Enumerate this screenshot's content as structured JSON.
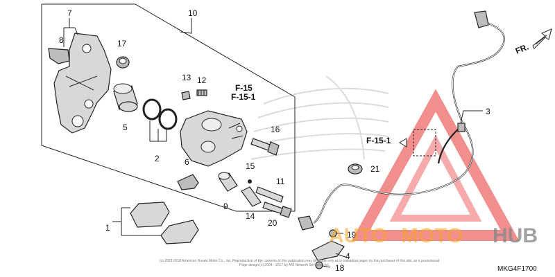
{
  "labels": {
    "c1": "1",
    "c2": "2",
    "c3": "3",
    "c4": "4",
    "c5": "5",
    "c6": "6",
    "c7": "7",
    "c8": "8",
    "c9": "9",
    "c10": "10",
    "c11": "11",
    "c12": "12",
    "c13": "13",
    "c14": "14",
    "c15": "15",
    "c16": "16",
    "c17": "17",
    "c18": "18",
    "c19": "19",
    "c20": "20",
    "c21": "21"
  },
  "refs": {
    "f15": "F-15",
    "f151_top": "F-15-1",
    "f151_side": "F-15-1"
  },
  "direction": "FR.",
  "watermark": {
    "auto": "AUTO",
    "moto": "MOTO",
    "hub": "HUB"
  },
  "copyright": {
    "line1": "(c) 2003-2018 American Honda Motor Co., Inc. Reproduction of the contents of this publication may be made only as to individual pages by the purchaser of this site, as a promotional",
    "line2": "Page design (c) 2004 - 2017 by ARI Network Services, Inc."
  },
  "diagram_code": "MKG4F1700",
  "colors": {
    "watermark_red": "#e84545",
    "watermark_orange": "#f5a623",
    "brand_gray": "#c8c8c8"
  }
}
